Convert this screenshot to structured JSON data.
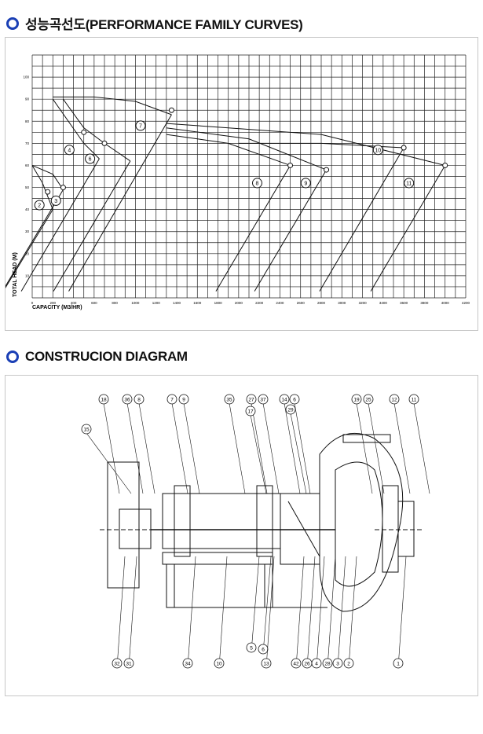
{
  "section1": {
    "title": "성능곡선도(PERFORMANCE FAMILY CURVES)",
    "icon": "ring-bullet-icon"
  },
  "section2": {
    "title": "CONSTRUCION DIAGRAM",
    "icon": "ring-bullet-icon"
  },
  "colors": {
    "accent": "#1a3fb5",
    "line": "#111111",
    "panel_border": "#c7c7c7"
  },
  "chart_data": {
    "type": "line",
    "title": "",
    "xlabel": "CAPACITY  (M3/HR)",
    "ylabel": "TOTAL HEAD (M)",
    "xlim": [
      0,
      4200
    ],
    "ylim": [
      0,
      110
    ],
    "x_ticks": [
      0,
      200,
      400,
      600,
      800,
      1000,
      1200,
      1400,
      1600,
      1800,
      2000,
      2200,
      2400,
      2600,
      2800,
      3000,
      3200,
      3400,
      3600,
      3800,
      4000,
      4200
    ],
    "y_ticks": [
      10,
      20,
      30,
      40,
      50,
      60,
      70,
      80,
      90,
      100
    ],
    "grid": true,
    "curves": [
      {
        "label": "2",
        "x": [
          0,
          100,
          200
        ],
        "y": [
          60,
          52,
          40
        ]
      },
      {
        "label": "3",
        "x": [
          0,
          200,
          300
        ],
        "y": [
          60,
          56,
          49
        ]
      },
      {
        "label": "4",
        "x": [
          200,
          500,
          650
        ],
        "y": [
          90,
          70,
          63
        ]
      },
      {
        "label": "6",
        "x": [
          300,
          500,
          700,
          950
        ],
        "y": [
          90,
          77,
          70,
          62
        ]
      },
      {
        "label": "7",
        "x": [
          200,
          600,
          1000,
          1350
        ],
        "y": [
          91,
          91,
          89,
          83
        ]
      },
      {
        "label": "8",
        "x": [
          1300,
          1900,
          2500
        ],
        "y": [
          74,
          70,
          60
        ]
      },
      {
        "label": "9",
        "x": [
          1300,
          2100,
          2850
        ],
        "y": [
          77,
          72,
          58
        ]
      },
      {
        "label": "10",
        "x": [
          2000,
          2800,
          3600
        ],
        "y": [
          70,
          70,
          68
        ]
      },
      {
        "label": "11",
        "x": [
          1300,
          2800,
          4000
        ],
        "y": [
          79,
          74,
          60
        ]
      }
    ],
    "markers": [
      {
        "x": 150,
        "y": 48
      },
      {
        "x": 300,
        "y": 50
      },
      {
        "x": 500,
        "y": 75
      },
      {
        "x": 700,
        "y": 70
      },
      {
        "x": 1350,
        "y": 85
      },
      {
        "x": 2500,
        "y": 60
      },
      {
        "x": 2850,
        "y": 58
      },
      {
        "x": 3600,
        "y": 68
      },
      {
        "x": 4000,
        "y": 60
      }
    ],
    "curve_labels": [
      {
        "text": "2",
        "x": 70,
        "y": 42
      },
      {
        "text": "3",
        "x": 230,
        "y": 44
      },
      {
        "text": "4",
        "x": 360,
        "y": 67
      },
      {
        "text": "6",
        "x": 560,
        "y": 63
      },
      {
        "text": "7",
        "x": 1050,
        "y": 78
      },
      {
        "text": "8",
        "x": 2180,
        "y": 52
      },
      {
        "text": "9",
        "x": 2650,
        "y": 52
      },
      {
        "text": "10",
        "x": 3350,
        "y": 67
      },
      {
        "text": "11",
        "x": 3650,
        "y": 52
      }
    ]
  },
  "diagram": {
    "callouts_top": [
      "18",
      "36",
      "8",
      "7",
      "9",
      "35",
      "27",
      "37",
      "17",
      "14",
      "6",
      "29",
      "19",
      "25",
      "12",
      "11"
    ],
    "callouts_left": [
      "15"
    ],
    "callouts_bottom": [
      "32",
      "31",
      "34",
      "10",
      "5",
      "6",
      "13",
      "42",
      "26",
      "4",
      "28",
      "3",
      "2",
      "1"
    ]
  }
}
